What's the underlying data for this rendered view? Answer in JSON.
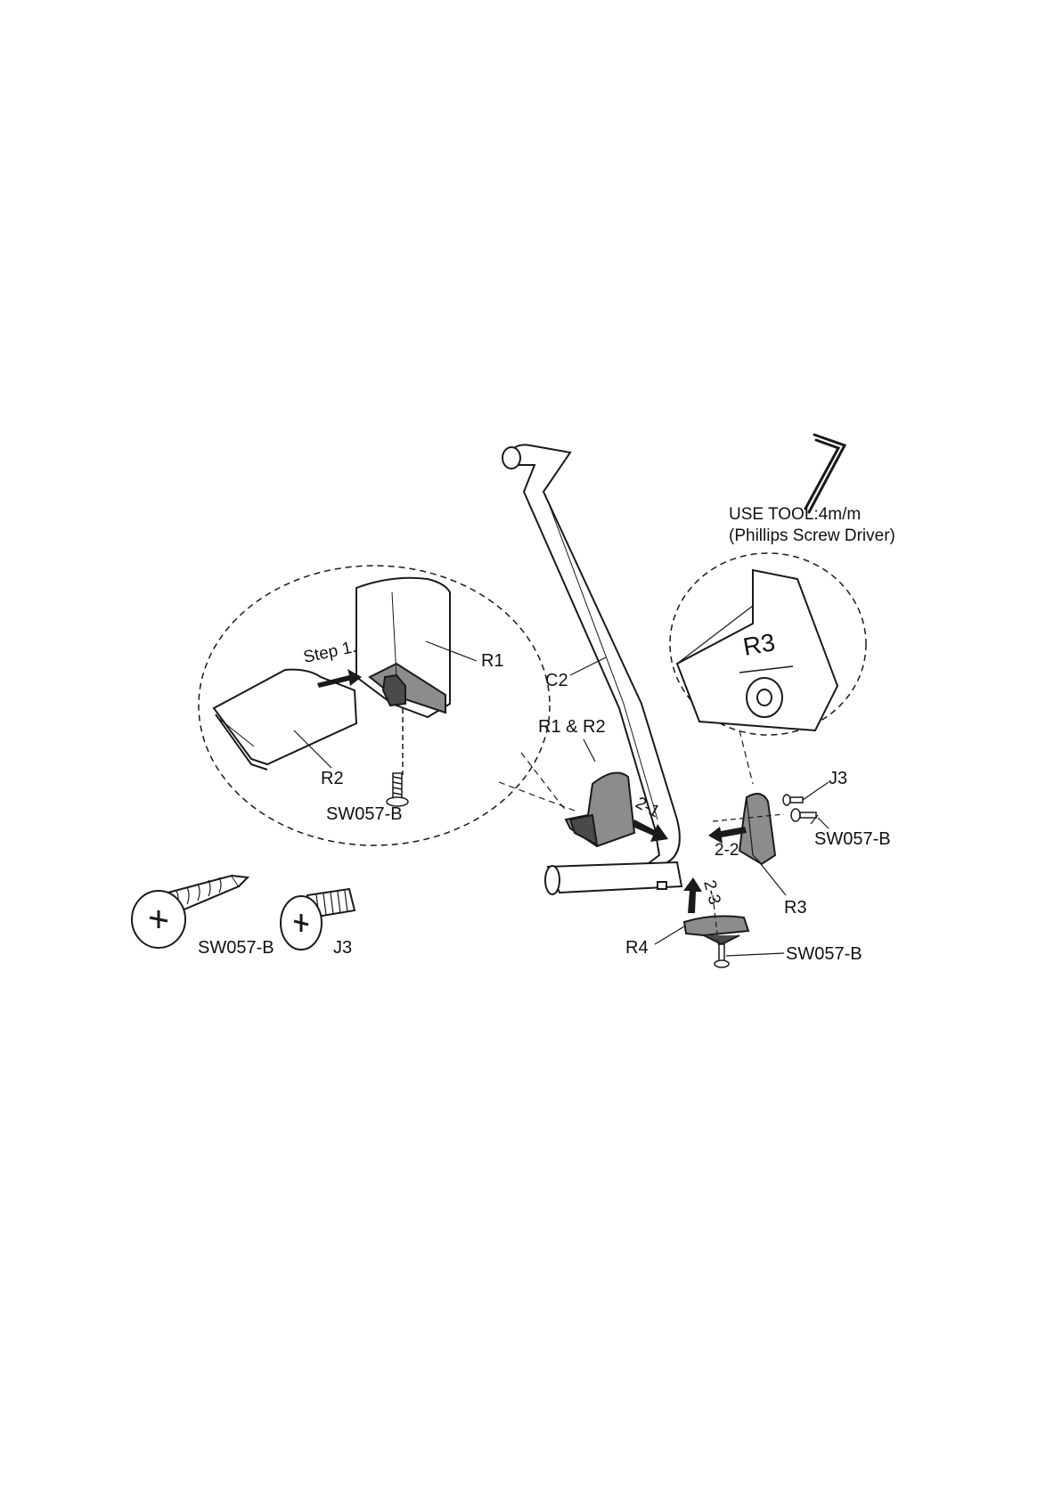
{
  "tool": {
    "line1": "USE TOOL:4m/m",
    "line2": "(Phillips Screw Driver)",
    "icon": "allen-key-icon"
  },
  "labels": {
    "c2": "C2",
    "r1": "R1",
    "r2": "R2",
    "r1_r2": "R1 & R2",
    "r3": "R3",
    "r3_emboss": "R3",
    "r4": "R4",
    "j3_top": "J3",
    "sw_right": "SW057-B",
    "sw_bottom": "SW057-B",
    "sw_zoom": "SW057-B",
    "sw_legend": "SW057-B",
    "j3_legend": "J3"
  },
  "steps": {
    "step1": "Step 1.",
    "step2_1": "2-1",
    "step2_2": "2-2",
    "step2_3": "2-3"
  },
  "colors": {
    "line": "#1a1a1a",
    "part_fill": "#8c8c8c",
    "part_dark": "#4a4a4a",
    "bg": "#ffffff"
  }
}
